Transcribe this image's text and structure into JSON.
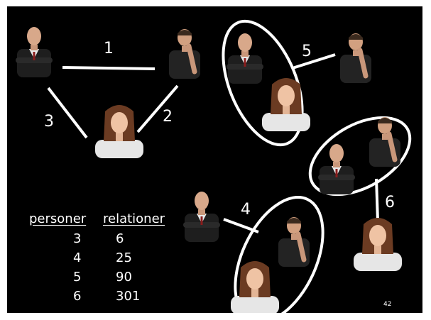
{
  "edge_labels": [
    "1",
    "2",
    "3",
    "4",
    "5",
    "6"
  ],
  "table": {
    "headers": [
      "personer",
      "relationer"
    ],
    "rows": [
      [
        "3",
        "6"
      ],
      [
        "4",
        "25"
      ],
      [
        "5",
        "90"
      ],
      [
        "6",
        "301"
      ]
    ]
  },
  "page_number": "42",
  "colors": {
    "background": "#000000",
    "lines": "#ffffff"
  },
  "icons": [
    "bald-man-in-suit",
    "man-thinking",
    "smiling-woman"
  ]
}
